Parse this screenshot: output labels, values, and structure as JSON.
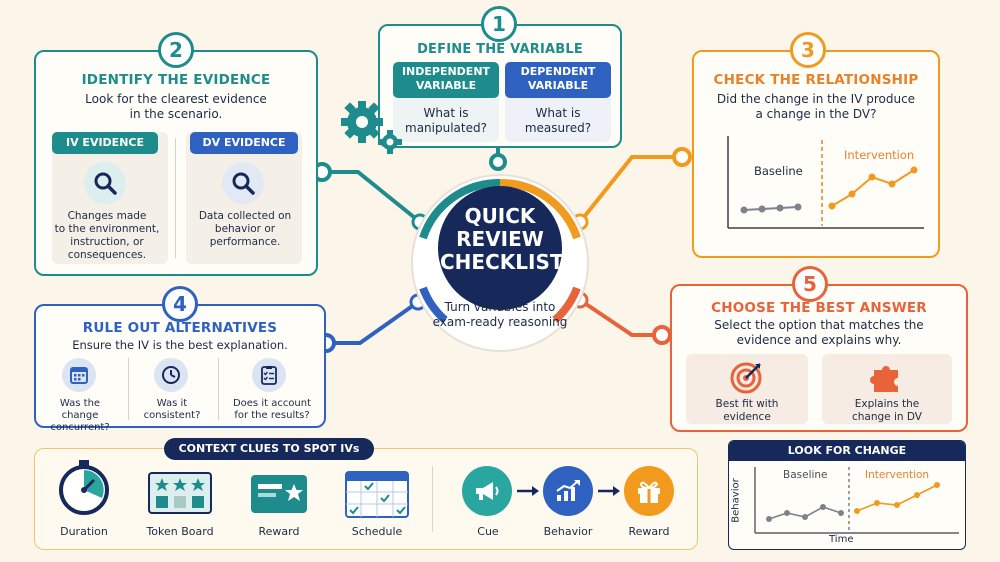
{
  "center": {
    "title_line1": "QUICK",
    "title_line2": "REVIEW",
    "title_line3": "CHECKLIST",
    "subtitle_line1": "Turn variables into",
    "subtitle_line2": "exam-ready reasoning"
  },
  "step1": {
    "number": "1",
    "title": "DEFINE THE VARIABLE",
    "iv_label_line1": "INDEPENDENT",
    "iv_label_line2": "VARIABLE",
    "iv_text_line1": "What is",
    "iv_text_line2": "manipulated?",
    "dv_label_line1": "DEPENDENT",
    "dv_label_line2": "VARIABLE",
    "dv_text_line1": "What is",
    "dv_text_line2": "measured?"
  },
  "step2": {
    "number": "2",
    "title": "IDENTIFY THE EVIDENCE",
    "text_line1": "Look for the clearest evidence",
    "text_line2": "in the scenario.",
    "iv_pill": "IV EVIDENCE",
    "iv_text_line1": "Changes made",
    "iv_text_line2": "to the environment,",
    "iv_text_line3": "instruction, or",
    "iv_text_line4": "consequences.",
    "dv_pill": "DV EVIDENCE",
    "dv_text_line1": "Data collected on",
    "dv_text_line2": "behavior or",
    "dv_text_line3": "performance."
  },
  "step3": {
    "number": "3",
    "title": "CHECK THE RELATIONSHIP",
    "text_line1": "Did the change in the IV produce",
    "text_line2": "a change in the DV?",
    "baseline": "Baseline",
    "intervention": "Intervention"
  },
  "step4": {
    "number": "4",
    "title": "RULE OUT ALTERNATIVES",
    "text": "Ensure the IV is the best explanation.",
    "q1_line1": "Was the change",
    "q1_line2": "concurrent?",
    "q2_line1": "Was it",
    "q2_line2": "consistent?",
    "q3_line1": "Does it account",
    "q3_line2": "for the results?"
  },
  "step5": {
    "number": "5",
    "title": "CHOOSE THE BEST ANSWER",
    "text_line1": "Select the option that matches the",
    "text_line2": "evidence and explains why.",
    "opt1_line1": "Best fit with",
    "opt1_line2": "evidence",
    "opt2_line1": "Explains the",
    "opt2_line2": "change in DV"
  },
  "context": {
    "title": "CONTEXT CLUES TO SPOT IVs",
    "items": [
      "Duration",
      "Token Board",
      "Reward",
      "Schedule"
    ],
    "chain": [
      "Cue",
      "Behavior",
      "Reward"
    ]
  },
  "look": {
    "title": "LOOK FOR CHANGE",
    "baseline": "Baseline",
    "intervention": "Intervention",
    "ylabel": "Behavior",
    "xlabel": "Time"
  },
  "colors": {
    "teal": "#1e8c8c",
    "navy": "#16295a",
    "blue": "#2f62c0",
    "orange": "#f29a1e",
    "red": "#e8623a",
    "gray": "#7d828c"
  }
}
